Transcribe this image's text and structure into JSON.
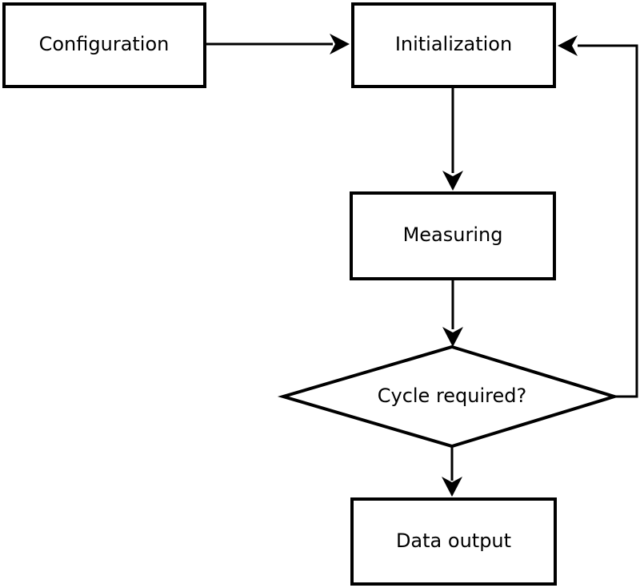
{
  "diagram": {
    "type": "flowchart",
    "colors": {
      "ink": "#000000",
      "paper": "#ffffff"
    },
    "nodes": {
      "configuration": {
        "label": "Configuration",
        "shape": "rectangle"
      },
      "initialization": {
        "label": "Initialization",
        "shape": "rectangle"
      },
      "measuring": {
        "label": "Measuring",
        "shape": "rectangle"
      },
      "cycle_required": {
        "label": "Cycle required?",
        "shape": "diamond"
      },
      "data_output": {
        "label": "Data output",
        "shape": "rectangle"
      }
    },
    "edges": [
      {
        "from": "configuration",
        "to": "initialization",
        "direction": "right"
      },
      {
        "from": "initialization",
        "to": "measuring",
        "direction": "down"
      },
      {
        "from": "measuring",
        "to": "cycle_required",
        "direction": "down"
      },
      {
        "from": "cycle_required",
        "to": "data_output",
        "direction": "down"
      },
      {
        "from": "cycle_required",
        "to": "initialization",
        "direction": "loop-back-right"
      }
    ]
  }
}
